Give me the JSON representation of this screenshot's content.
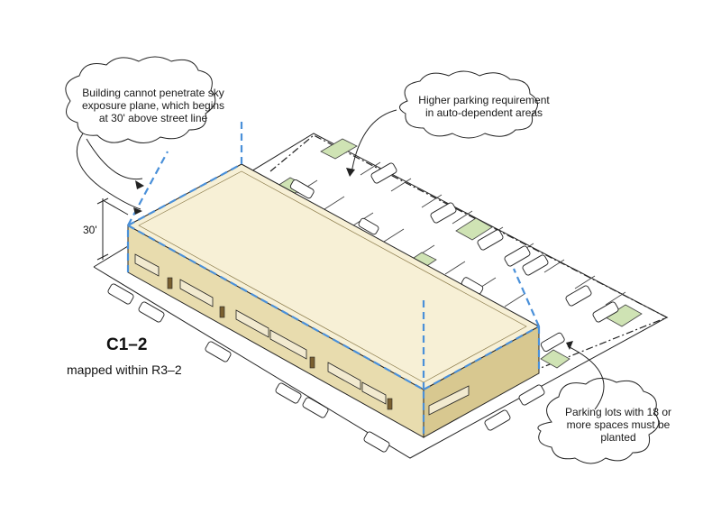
{
  "callouts": {
    "sky_plane": [
      "Building cannot penetrate sky",
      "exposure plane, which begins",
      "at 30' above street line"
    ],
    "parking_req": [
      "Higher parking requirement",
      "in auto-dependent areas"
    ],
    "planting": [
      "Parking lots with 18 or",
      "more spaces must be",
      "planted"
    ]
  },
  "dimension": "30'",
  "district": {
    "name": "C1–2",
    "mapped": "mapped within R3–2"
  },
  "colors": {
    "roof": "#f7f0d6",
    "wall": "#e8dcae",
    "wall_dark": "#d8c890",
    "sky_plane": "#4a90d9",
    "planting": "#cfe3b4",
    "line": "#222222"
  }
}
